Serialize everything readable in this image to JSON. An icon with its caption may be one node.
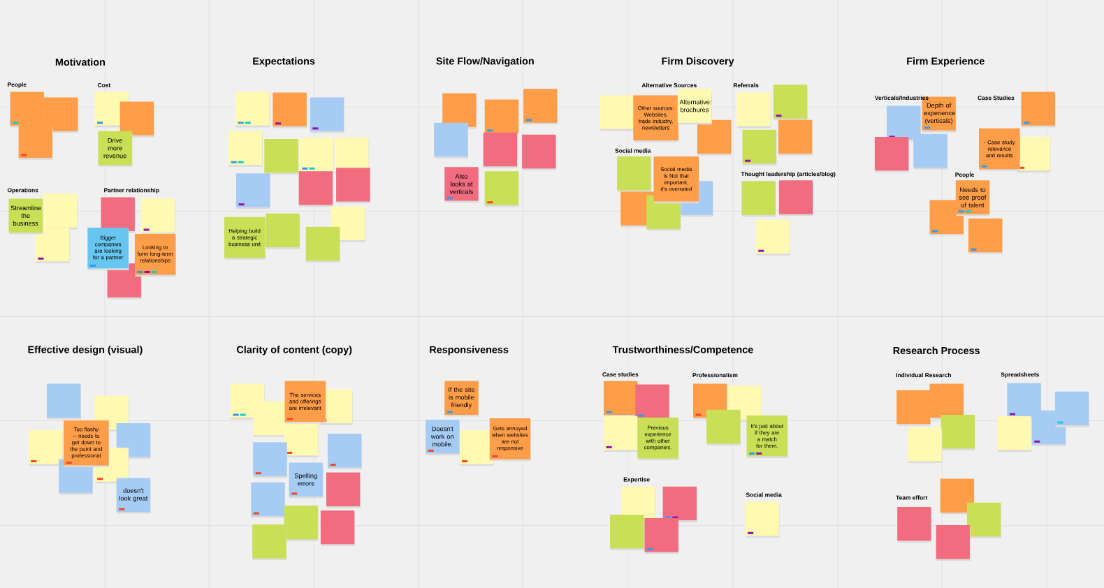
{
  "diagram": {
    "nodes": [
      {
        "text": [],
        "shape": "box"
      },
      {
        "text": [],
        "shape": "box"
      },
      {
        "text": [],
        "shape": "box"
      },
      {
        "text": [],
        "shape": "box"
      },
      {
        "text": [],
        "shape": "box"
      },
      {
        "text": [
          "Drive more revenue"
        ]
      },
      {
        "text": [
          "Streamline the business"
        ]
      },
      {
        "text": [],
        "shape": "box"
      },
      {
        "text": [],
        "shape": "box"
      },
      {
        "text": [],
        "shape": "box"
      },
      {
        "text": [],
        "shape": "box"
      },
      {
        "text": [
          "Bigger companies are looking for a partner"
        ]
      },
      {
        "text": [
          "Looking to form long-term relationships"
        ]
      },
      {
        "text": [],
        "shape": "box"
      },
      {
        "text": [],
        "shape": "box"
      },
      {
        "text": [],
        "shape": "box"
      },
      {
        "text": [],
        "shape": "box"
      },
      {
        "text": [],
        "shape": "box"
      },
      {
        "text": [],
        "shape": "box"
      },
      {
        "text": [],
        "shape": "box"
      },
      {
        "text": [],
        "shape": "box"
      },
      {
        "text": [],
        "shape": "box"
      },
      {
        "text": [],
        "shape": "box"
      },
      {
        "text": [],
        "shape": "box"
      },
      {
        "text": [
          "Helping build a strategic business unit"
        ]
      },
      {
        "text": [],
        "shape": "box"
      },
      {
        "text": [],
        "shape": "box"
      },
      {
        "text": [],
        "shape": "box"
      },
      {
        "text": [],
        "shape": "box"
      },
      {
        "text": [],
        "shape": "box"
      },
      {
        "text": [],
        "shape": "box"
      },
      {
        "text": [],
        "shape": "box"
      },
      {
        "text": [],
        "shape": "box"
      },
      {
        "text": [],
        "shape": "box"
      },
      {
        "text": [
          "Also looks at verticals"
        ]
      },
      {
        "text": [],
        "shape": "box"
      },
      {
        "text": [],
        "shape": "box"
      },
      {
        "text": [
          "Other sources: Websites, trade industry, newsletters"
        ]
      },
      {
        "text": [
          "Alternative: brochures"
        ]
      },
      {
        "text": [],
        "shape": "box"
      },
      {
        "text": [],
        "shape": "box"
      },
      {
        "text": [
          "Social media is Not that important, it's overrated"
        ]
      },
      {
        "text": [],
        "shape": "box"
      },
      {
        "text": [],
        "shape": "box"
      },
      {
        "text": [],
        "shape": "box"
      },
      {
        "text": [],
        "shape": "box"
      },
      {
        "text": [],
        "shape": "box"
      },
      {
        "text": [],
        "shape": "box"
      },
      {
        "text": [],
        "shape": "box"
      },
      {
        "text": [],
        "shape": "box"
      },
      {
        "text": [],
        "shape": "box"
      },
      {
        "text": [],
        "shape": "box"
      },
      {
        "text": [
          "Depth of experience (verticals)"
        ]
      },
      {
        "text": [],
        "shape": "box"
      },
      {
        "text": [],
        "shape": "box"
      },
      {
        "text": [],
        "shape": "box"
      },
      {
        "text": [],
        "shape": "box"
      },
      {
        "text": [
          "- Case study relevance and results"
        ]
      },
      {
        "text": [],
        "shape": "box"
      },
      {
        "text": [
          "Needs to see proof of talent"
        ]
      },
      {
        "text": [],
        "shape": "box"
      },
      {
        "text": [],
        "shape": "box"
      },
      {
        "text": [],
        "shape": "box"
      },
      {
        "text": [],
        "shape": "box"
      },
      {
        "text": [
          "Too flashy -- needs to get down to the point and professional"
        ]
      },
      {
        "text": [],
        "shape": "box"
      },
      {
        "text": [],
        "shape": "box"
      },
      {
        "text": [],
        "shape": "box"
      },
      {
        "text": [],
        "shape": "box"
      },
      {
        "text": [
          "doesn't look great"
        ]
      },
      {
        "text": [],
        "shape": "box"
      },
      {
        "text": [
          "The services and offerings are irrelevant"
        ]
      },
      {
        "text": [],
        "shape": "box"
      },
      {
        "text": [],
        "shape": "box"
      },
      {
        "text": [],
        "shape": "box"
      },
      {
        "text": [],
        "shape": "box"
      },
      {
        "text": [],
        "shape": "box"
      },
      {
        "text": [
          "Spelling errors"
        ]
      },
      {
        "text": [],
        "shape": "box"
      },
      {
        "text": [],
        "shape": "box"
      },
      {
        "text": [],
        "shape": "box"
      },
      {
        "text": [],
        "shape": "box"
      },
      {
        "text": [],
        "shape": "box"
      },
      {
        "text": [
          "If the site is mobile friendly"
        ]
      },
      {
        "text": [
          "Doesn't work on mobile."
        ]
      },
      {
        "text": [],
        "shape": "box"
      },
      {
        "text": [
          "Gets annoyed when websites are not responsive"
        ]
      },
      {
        "text": [],
        "shape": "box"
      },
      {
        "text": [],
        "shape": "box"
      },
      {
        "text": [],
        "shape": "box"
      },
      {
        "text": [
          "Previous experience with other companies."
        ]
      },
      {
        "text": [],
        "shape": "box"
      },
      {
        "text": [],
        "shape": "box"
      },
      {
        "text": [],
        "shape": "box"
      },
      {
        "text": [
          "It's just about if they are a match for them."
        ]
      },
      {
        "text": [],
        "shape": "box"
      },
      {
        "text": [],
        "shape": "box"
      },
      {
        "text": [],
        "shape": "box"
      },
      {
        "text": [],
        "shape": "box"
      },
      {
        "text": [],
        "shape": "box"
      },
      {
        "text": [],
        "shape": "box"
      },
      {
        "text": [],
        "shape": "box"
      },
      {
        "text": [],
        "shape": "box"
      },
      {
        "text": [],
        "shape": "box"
      },
      {
        "text": [],
        "shape": "box"
      },
      {
        "text": [],
        "shape": "box"
      },
      {
        "text": [],
        "shape": "box"
      },
      {
        "text": [],
        "shape": "box"
      },
      {
        "text": [],
        "shape": "box"
      },
      {
        "text": [],
        "shape": "box"
      },
      {
        "text": [],
        "shape": "box"
      },
      {
        "text": [],
        "shape": "box"
      }
    ],
    "labels": [
      "Motivation",
      "Expectations",
      "Site Flow/Navigation",
      "Firm Discovery",
      "Firm Experience",
      "People",
      "Cost",
      "Alternative Sources",
      "Referrals",
      "Verticals/Industries",
      "Case Studies",
      "Social media",
      "Thought leadership (articles/blog)",
      "People",
      "Operations",
      "Partner relationship",
      "Effective design (visual)",
      "Clarity of content (copy)",
      "Responsiveness",
      "Trustworthiness/Competence",
      "Research Process",
      "Case studies",
      "Professionalism",
      "Individual Research",
      "Spreadsheets",
      "Expertise",
      "Social media",
      "Team effort"
    ]
  }
}
